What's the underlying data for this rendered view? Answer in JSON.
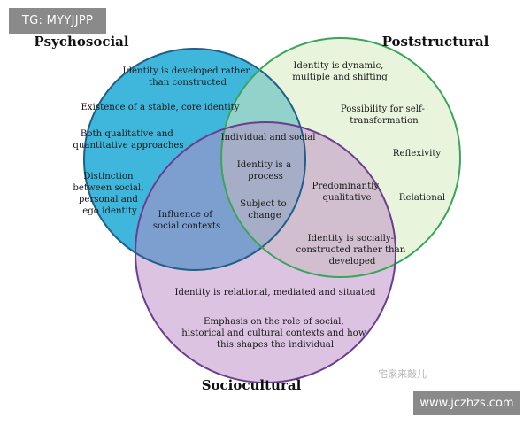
{
  "overlay": {
    "tag_label": "TG: MYYJJPP",
    "watermark": "宅家来敲儿",
    "site_label": "www.jczhzs.com"
  },
  "colors": {
    "psychosocial_fill": "#35b2d9",
    "psychosocial_stroke": "#1f5f8a",
    "poststructural_fill": "#d6ebbd",
    "poststructural_stroke": "#3aa55a",
    "sociocultural_fill": "#b987c4",
    "sociocultural_stroke": "#6b3d8e"
  },
  "diagram": {
    "circles": {
      "psychosocial": "Psychosocial",
      "poststructural": "Poststructural",
      "sociocultural": "Sociocultural"
    },
    "psychosocial_only": [
      [
        "Identity is developed rather",
        "than constructed"
      ],
      [
        "Existence of a stable, core identity"
      ],
      [
        "Both qualitative and",
        "quantitative approaches"
      ],
      [
        "Distinction",
        "between social,",
        "personal and",
        "ego identity"
      ]
    ],
    "poststructural_only": [
      [
        "Identity is dynamic,",
        "multiple and shifting"
      ],
      [
        "Possibility for self-",
        "transformation"
      ],
      [
        "Reflexivity"
      ],
      [
        "Relational"
      ]
    ],
    "psych_post_overlap": [
      [
        "Individual and social"
      ]
    ],
    "all_three": [
      [
        "Identity is a",
        "process"
      ],
      [
        "Subject to",
        "change"
      ]
    ],
    "psych_socio_overlap": [
      [
        "Influence of",
        "social contexts"
      ]
    ],
    "post_socio_overlap": [
      [
        "Predominantly",
        "qualitative"
      ],
      [
        "Identity is socially-",
        "constructed rather than",
        "developed"
      ]
    ],
    "sociocultural_only": [
      [
        "Identity is relational, mediated and situated"
      ],
      [
        "Emphasis on the role of social,",
        "historical and cultural contexts and how",
        "this shapes the individual"
      ]
    ]
  }
}
